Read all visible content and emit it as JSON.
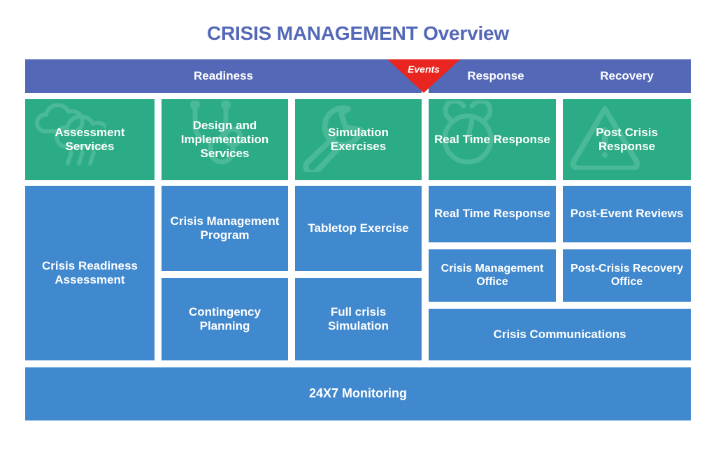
{
  "title": "CRISIS MANAGEMENT Overview",
  "colors": {
    "title": "#5468b8",
    "header": "#5468b8",
    "events": "#e8251f",
    "green": "#2bab86",
    "blue": "#4189ce",
    "background": "#ffffff"
  },
  "header": {
    "readiness": "Readiness",
    "events": "Events",
    "response": "Response",
    "recovery": "Recovery"
  },
  "services_row": [
    {
      "label": "Assessment Services",
      "icon": "rain-cloud-icon"
    },
    {
      "label": "Design and Implementation Services",
      "icon": "stethoscope-icon"
    },
    {
      "label": "Simulation Exercises",
      "icon": "wrench-icon"
    },
    {
      "label": "Real Time Response",
      "icon": "alarm-clock-icon"
    },
    {
      "label": "Post Crisis Response",
      "icon": "warning-triangle-icon"
    }
  ],
  "readiness_items": {
    "crisis_readiness_assessment": "Crisis Readiness Assessment",
    "crisis_management_program": "Crisis Management Program",
    "contingency_planning": "Contingency Planning",
    "tabletop_exercise": "Tabletop Exercise",
    "full_crisis_simulation": "Full crisis Simulation"
  },
  "response_items": {
    "real_time_response": "Real Time Response",
    "crisis_management_office": "Crisis Management Office"
  },
  "recovery_items": {
    "post_event_reviews": "Post-Event Reviews",
    "post_crisis_recovery_office": "Post-Crisis Recovery Office"
  },
  "shared_items": {
    "crisis_communications": "Crisis Communications",
    "monitoring": "24X7 Monitoring"
  }
}
